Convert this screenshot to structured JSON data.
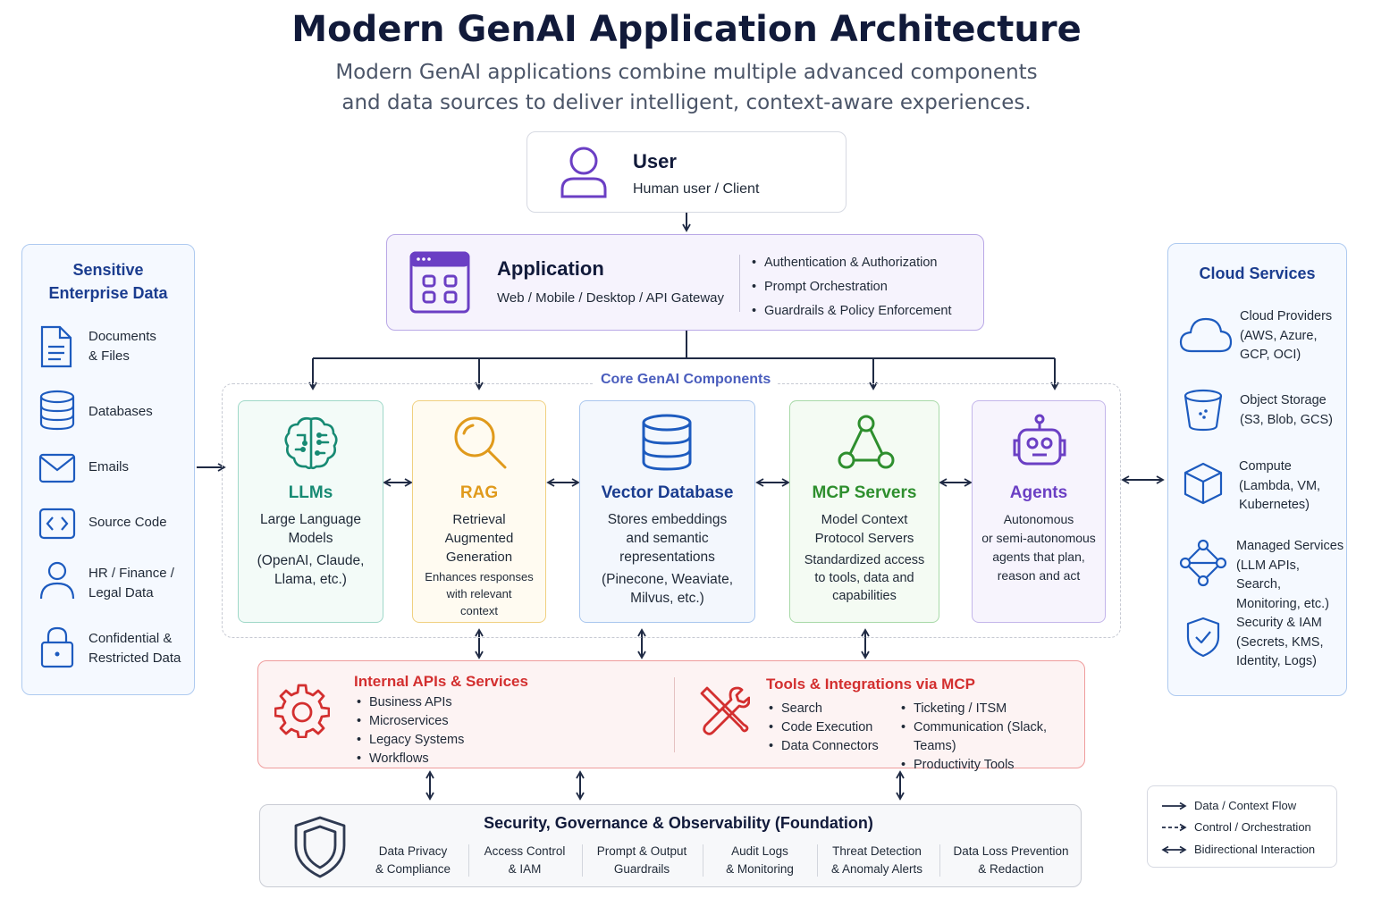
{
  "title": "Modern GenAI Application Architecture",
  "subtitle_line1": "Modern GenAI applications combine multiple advanced components",
  "subtitle_line2": "and data sources to deliver intelligent, context-aware experiences.",
  "user": {
    "title": "User",
    "subtitle": "Human user / Client"
  },
  "application": {
    "title": "Application",
    "subtitle": "Web / Mobile / Desktop / API Gateway",
    "bullets": [
      "Authentication & Authorization",
      "Prompt Orchestration",
      "Guardrails & Policy Enforcement"
    ]
  },
  "sensitive_data": {
    "title_line1": "Sensitive",
    "title_line2": "Enterprise Data",
    "items": [
      {
        "line1": "Documents",
        "line2": "& Files",
        "icon": "document-icon"
      },
      {
        "line1": "Databases",
        "line2": "",
        "icon": "database-icon"
      },
      {
        "line1": "Emails",
        "line2": "",
        "icon": "email-icon"
      },
      {
        "line1": "Source Code",
        "line2": "",
        "icon": "code-icon"
      },
      {
        "line1": "HR / Finance /",
        "line2": "Legal Data",
        "icon": "person-icon"
      },
      {
        "line1": "Confidential &",
        "line2": "Restricted Data",
        "icon": "lock-icon"
      }
    ]
  },
  "core": {
    "label": "Core GenAI Components",
    "llms": {
      "title": "LLMs",
      "lines": [
        "Large Language",
        "Models",
        "(OpenAI, Claude,",
        "Llama, etc.)"
      ]
    },
    "rag": {
      "title": "RAG",
      "lines": [
        "Retrieval",
        "Augmented",
        "Generation",
        "Enhances responses",
        "with relevant",
        "context"
      ]
    },
    "vector": {
      "title": "Vector Database",
      "lines": [
        "Stores embeddings",
        "and semantic",
        "representations",
        "(Pinecone, Weaviate,",
        "Milvus, etc.)"
      ]
    },
    "mcp": {
      "title": "MCP Servers",
      "lines": [
        "Model Context",
        "Protocol Servers",
        "Standardized access",
        "to tools, data and",
        "capabilities"
      ]
    },
    "agents": {
      "title": "Agents",
      "lines": [
        "Autonomous",
        "or semi-autonomous",
        "agents that plan,",
        "reason and act"
      ]
    }
  },
  "cloud": {
    "title": "Cloud Services",
    "items": [
      {
        "lines": [
          "Cloud Providers",
          "(AWS, Azure,",
          "GCP, OCI)"
        ],
        "icon": "cloud-icon"
      },
      {
        "lines": [
          "Object Storage",
          "(S3, Blob, GCS)"
        ],
        "icon": "bucket-icon"
      },
      {
        "lines": [
          "Compute",
          "(Lambda, VM,",
          "Kubernetes)"
        ],
        "icon": "cube-icon"
      },
      {
        "lines": [
          "Managed Services",
          "(LLM APIs, Search,",
          "Monitoring, etc.)"
        ],
        "icon": "network-icon"
      },
      {
        "lines": [
          "Security & IAM",
          "(Secrets, KMS,",
          "Identity, Logs)"
        ],
        "icon": "shield-check-icon"
      }
    ]
  },
  "internal": {
    "title": "Internal APIs & Services",
    "items": [
      "Business APIs",
      "Microservices",
      "Legacy Systems",
      "Workflows"
    ]
  },
  "tools": {
    "title": "Tools & Integrations via MCP",
    "col1": [
      "Search",
      "Code Execution",
      "Data Connectors"
    ],
    "col2": [
      "Ticketing / ITSM",
      "Communication (Slack, Teams)",
      "Productivity Tools"
    ]
  },
  "foundation": {
    "title": "Security, Governance & Observability (Foundation)",
    "items": [
      {
        "line1": "Data Privacy",
        "line2": "& Compliance"
      },
      {
        "line1": "Access Control",
        "line2": "& IAM"
      },
      {
        "line1": "Prompt & Output",
        "line2": "Guardrails"
      },
      {
        "line1": "Audit Logs",
        "line2": "& Monitoring"
      },
      {
        "line1": "Threat Detection",
        "line2": "& Anomaly Alerts"
      },
      {
        "line1": "Data Loss Prevention",
        "line2": "& Redaction"
      }
    ]
  },
  "legend": {
    "data_flow": "Data / Context Flow",
    "control": "Control / Orchestration",
    "bidirectional": "Bidirectional Interaction"
  },
  "colors": {
    "navy": "#111a3a",
    "purple": "#6b3fc4",
    "teal": "#178a73",
    "orange": "#e09a1c",
    "blue": "#1d5bbf",
    "green": "#2e8f2e",
    "red": "#d32f2f",
    "arrow": "#1f2a44"
  }
}
